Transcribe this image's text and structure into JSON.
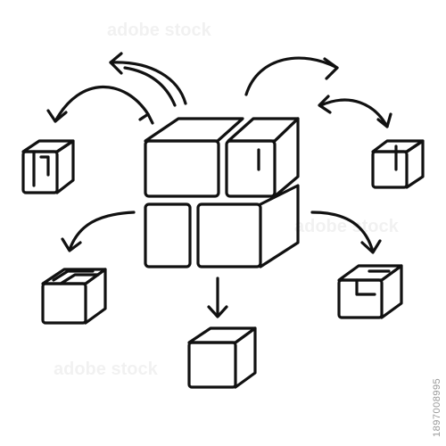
{
  "image_id_text": "1897008995",
  "watermark_text": "adobe stock",
  "colors": {
    "line": "#111111",
    "background": "#ffffff",
    "watermark": "#9a9a9a"
  },
  "illustration": {
    "subject": "large cube split into four blocks with arrows distributing to five small boxes",
    "icons": [
      "central-cube-icon",
      "box-top-left-icon",
      "box-top-right-icon",
      "box-mid-left-icon",
      "box-mid-right-icon",
      "box-bottom-icon"
    ]
  }
}
